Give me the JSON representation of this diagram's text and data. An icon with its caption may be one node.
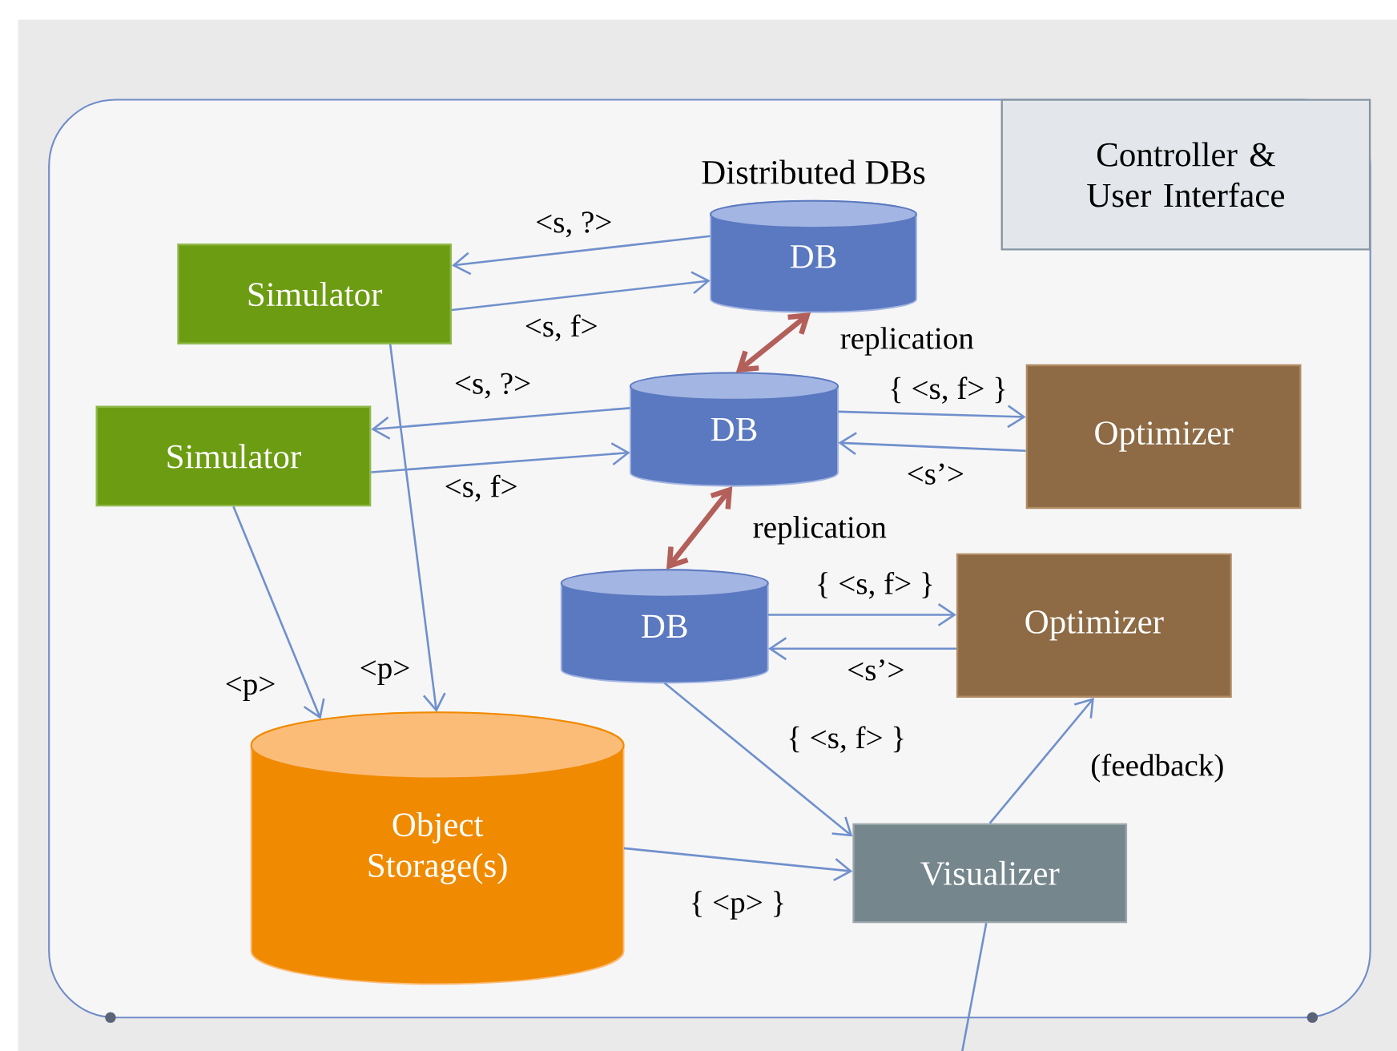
{
  "diagram": {
    "nodes": [
      {
        "text": [
          "Controller & User Interface"
        ]
      },
      {
        "text": [
          "Simulator"
        ]
      },
      {
        "text": [
          "Simulator"
        ]
      },
      {
        "text": [
          "DB"
        ]
      },
      {
        "text": [
          "DB"
        ]
      },
      {
        "text": [
          "DB"
        ]
      },
      {
        "text": [
          "Optimizer"
        ]
      },
      {
        "text": [
          "Optimizer"
        ]
      },
      {
        "text": [
          "Object Storage(s)"
        ]
      },
      {
        "text": [
          "Visualizer"
        ]
      }
    ],
    "edges": [
      {
        "from": 3,
        "to": 1,
        "arrow": "to",
        "label": "<s, ?>"
      },
      {
        "from": 1,
        "to": 3,
        "arrow": "to",
        "label": "<s, f>"
      },
      {
        "from": 3,
        "to": 4,
        "arrow": "both",
        "label": "replication",
        "style": "thick",
        "color": "#b35f5a"
      },
      {
        "from": 4,
        "to": 2,
        "arrow": "to",
        "label": "<s, ?>"
      },
      {
        "from": 2,
        "to": 4,
        "arrow": "to",
        "label": "<s, f>"
      },
      {
        "from": 4,
        "to": 6,
        "arrow": "to",
        "label": "{ <s, f> }"
      },
      {
        "from": 6,
        "to": 4,
        "arrow": "to",
        "label": "<s’>"
      },
      {
        "from": 4,
        "to": 5,
        "arrow": "both",
        "label": "replication",
        "style": "thick",
        "color": "#b35f5a"
      },
      {
        "from": 5,
        "to": 7,
        "arrow": "to",
        "label": "{ <s, f> }"
      },
      {
        "from": 7,
        "to": 5,
        "arrow": "to",
        "label": "<s’>"
      },
      {
        "from": 2,
        "to": 8,
        "arrow": "to",
        "label": "<p>"
      },
      {
        "from": 1,
        "to": 8,
        "arrow": "to",
        "label": "<p>"
      },
      {
        "from": 5,
        "to": 9,
        "arrow": "to",
        "label": "{ <s, f> }"
      },
      {
        "from": 8,
        "to": 9,
        "arrow": "to",
        "label": "{ <p> }"
      },
      {
        "from": 9,
        "to": 7,
        "arrow": "to",
        "label": "(feedback)"
      },
      {
        "from": 9,
        "to": null,
        "arrow": "none"
      }
    ],
    "labels": [
      "Distributed DBs"
    ]
  }
}
